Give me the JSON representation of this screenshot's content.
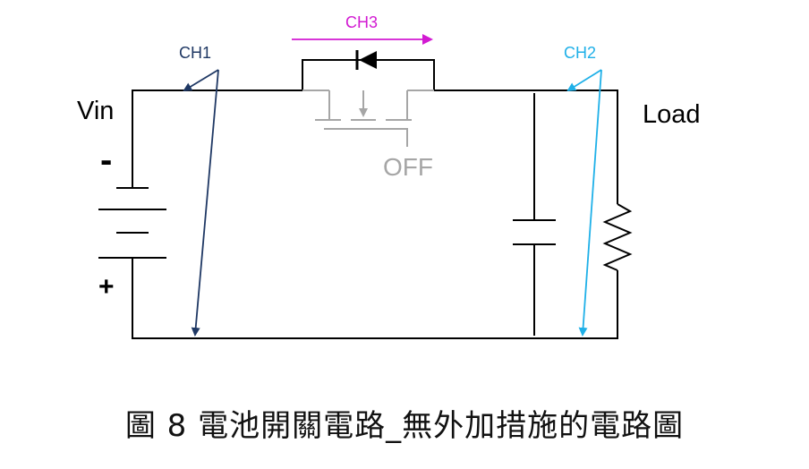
{
  "labels": {
    "vin": "Vin",
    "load": "Load",
    "minus": "-",
    "plus": "+",
    "ch1": "CH1",
    "ch2": "CH2",
    "ch3": "CH3",
    "switch_state": "OFF"
  },
  "colors": {
    "wire": "#000000",
    "ch1": "#1f3864",
    "ch2": "#1fb0e8",
    "ch3": "#d21ad2",
    "mosfet_off": "#a6a6a6"
  },
  "caption": "圖 8 電池開關電路_無外加措施的電路圖"
}
